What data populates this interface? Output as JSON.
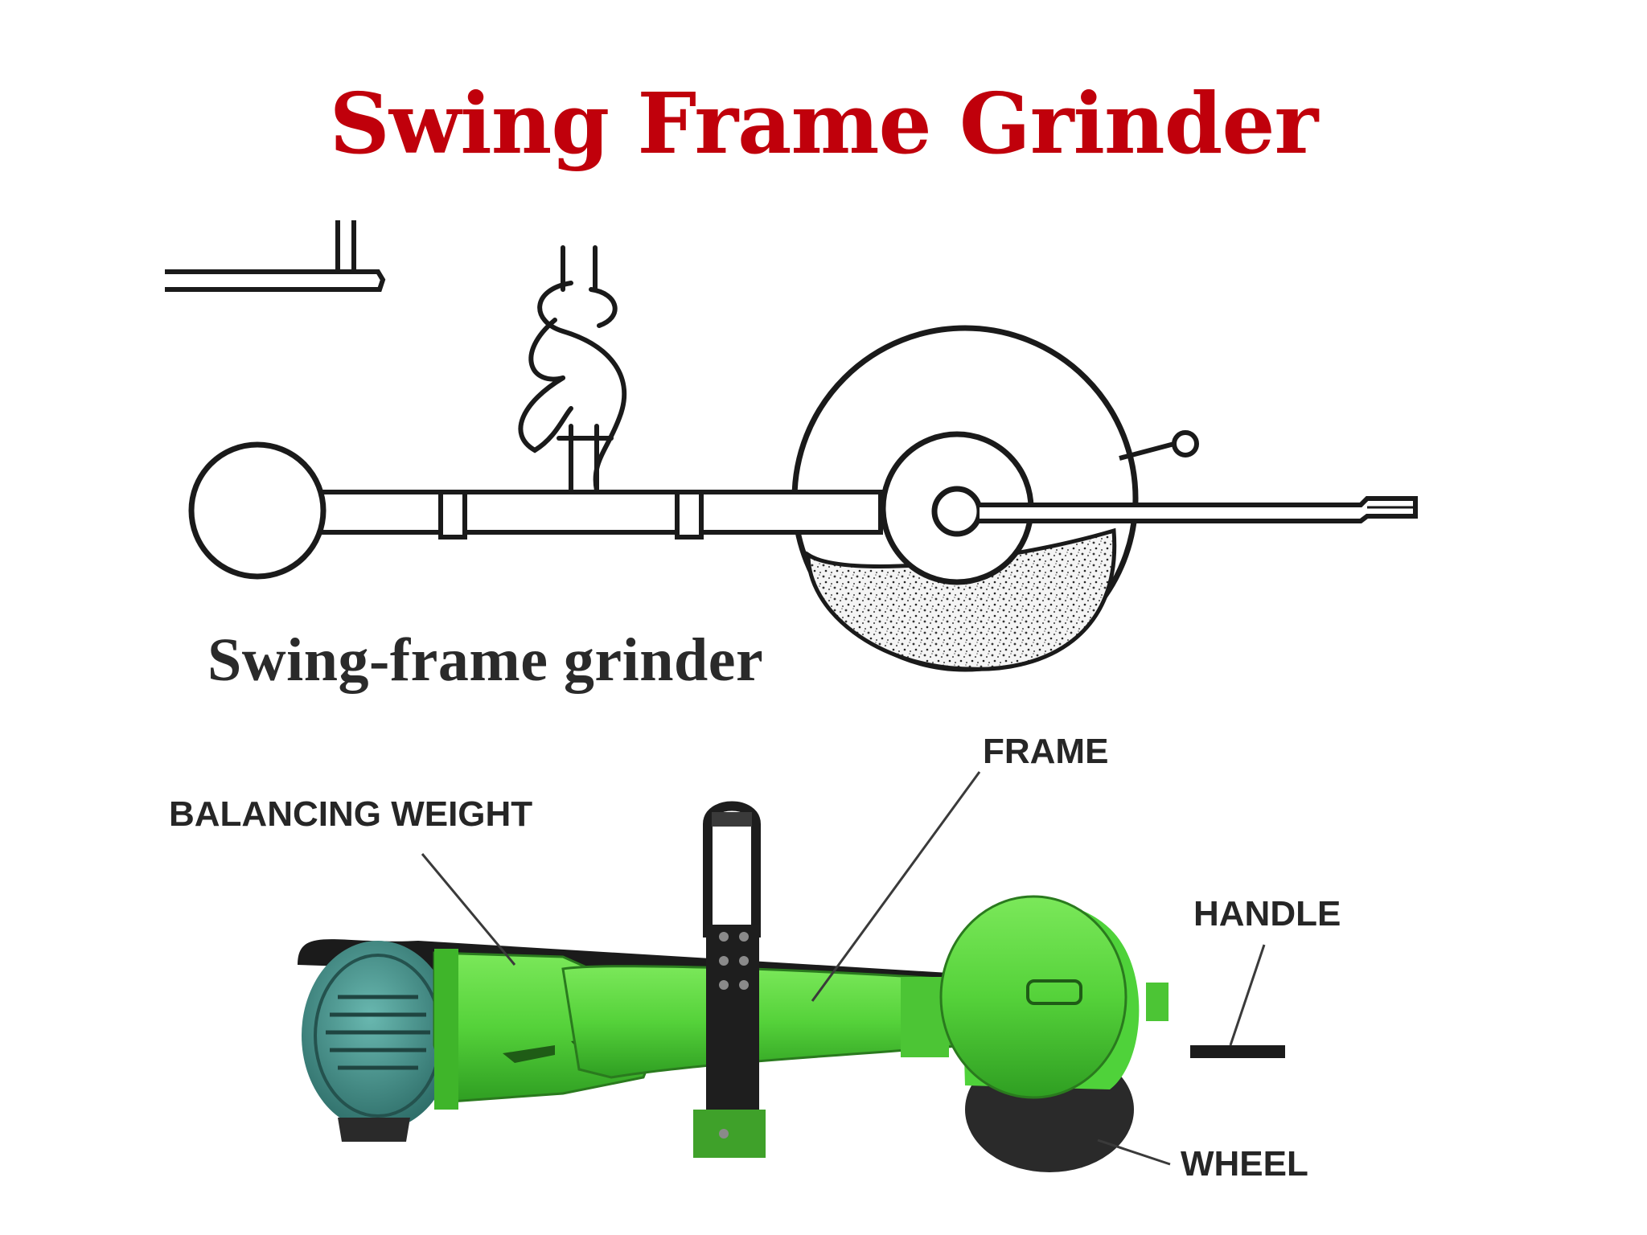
{
  "title": "Swing Frame Grinder",
  "sketch": {
    "caption": "Swing-frame grinder"
  },
  "photo_labels": {
    "frame": "FRAME",
    "balancing_weight": "BALANCING WEIGHT",
    "handle": "HANDLE",
    "wheel": "WHEEL"
  },
  "colors": {
    "title": "#c0000b",
    "machine_green": "#5fd843",
    "label_text": "#262626"
  }
}
